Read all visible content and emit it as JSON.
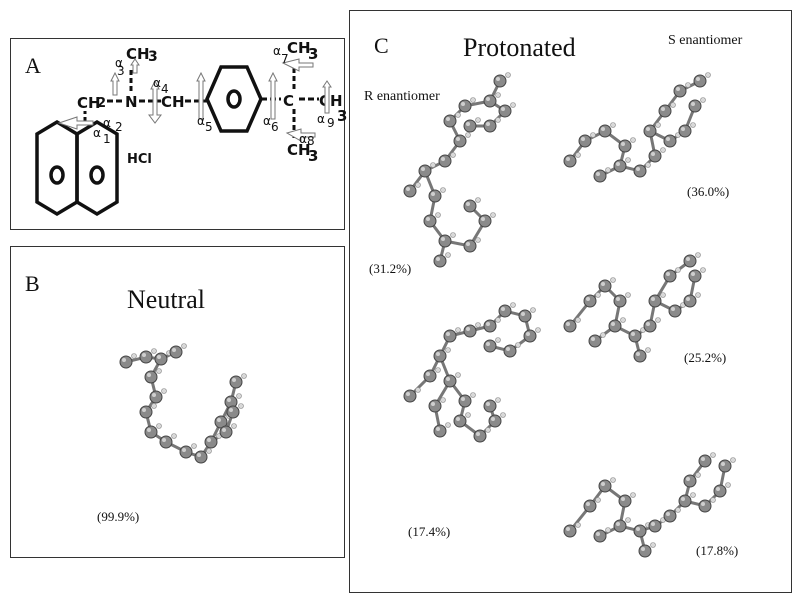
{
  "panel_a": {
    "label": "A",
    "hcl": "HCl",
    "atoms": {
      "ch2": "CH",
      "n": "N",
      "ch_center": "CH",
      "c": "C",
      "ch3_top": "CH",
      "ch3_right": "CH",
      "ch3_bottom": "CH",
      "sub2": "2",
      "sub3": "3",
      "ring_o": "O"
    },
    "angles": [
      "α",
      "1",
      "2",
      "3",
      "4",
      "5",
      "6",
      "7",
      "8",
      "9"
    ]
  },
  "panel_b": {
    "label": "B",
    "title": "Neutral",
    "pct": "(99.9%)"
  },
  "panel_c": {
    "label": "C",
    "title": "Protonated",
    "r_label": "R enantiomer",
    "s_label": "S enantiomer",
    "r_pcts": [
      "(31.2%)",
      "(17.4%)"
    ],
    "s_pcts": [
      "(36.0%)",
      "(25.2%)",
      "(17.8%)"
    ]
  }
}
